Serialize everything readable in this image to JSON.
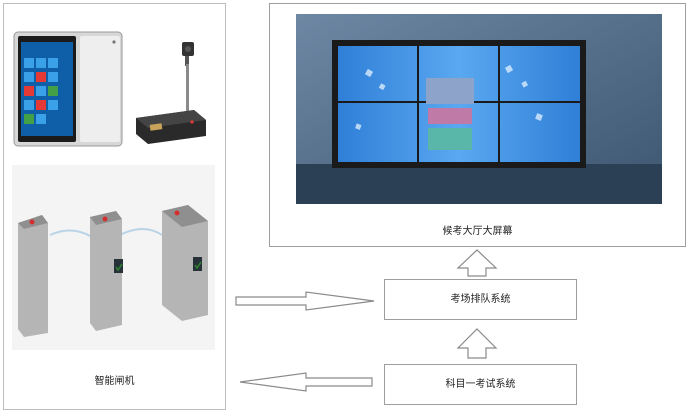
{
  "panels": {
    "gate_label": "智能闸机",
    "screen_label": "候考大厅大屏幕"
  },
  "boxes": {
    "queue_label": "考场排队系统",
    "exam_label": "科目一考试系统"
  },
  "colors": {
    "arrow_stroke": "#8a8a8a",
    "arrow_fill": "#ffffff",
    "box_border": "#9e9e9e",
    "screen_blue": "#3f8fe6",
    "gate_red": "#d32f2f",
    "gate_green": "#2e7d32"
  }
}
